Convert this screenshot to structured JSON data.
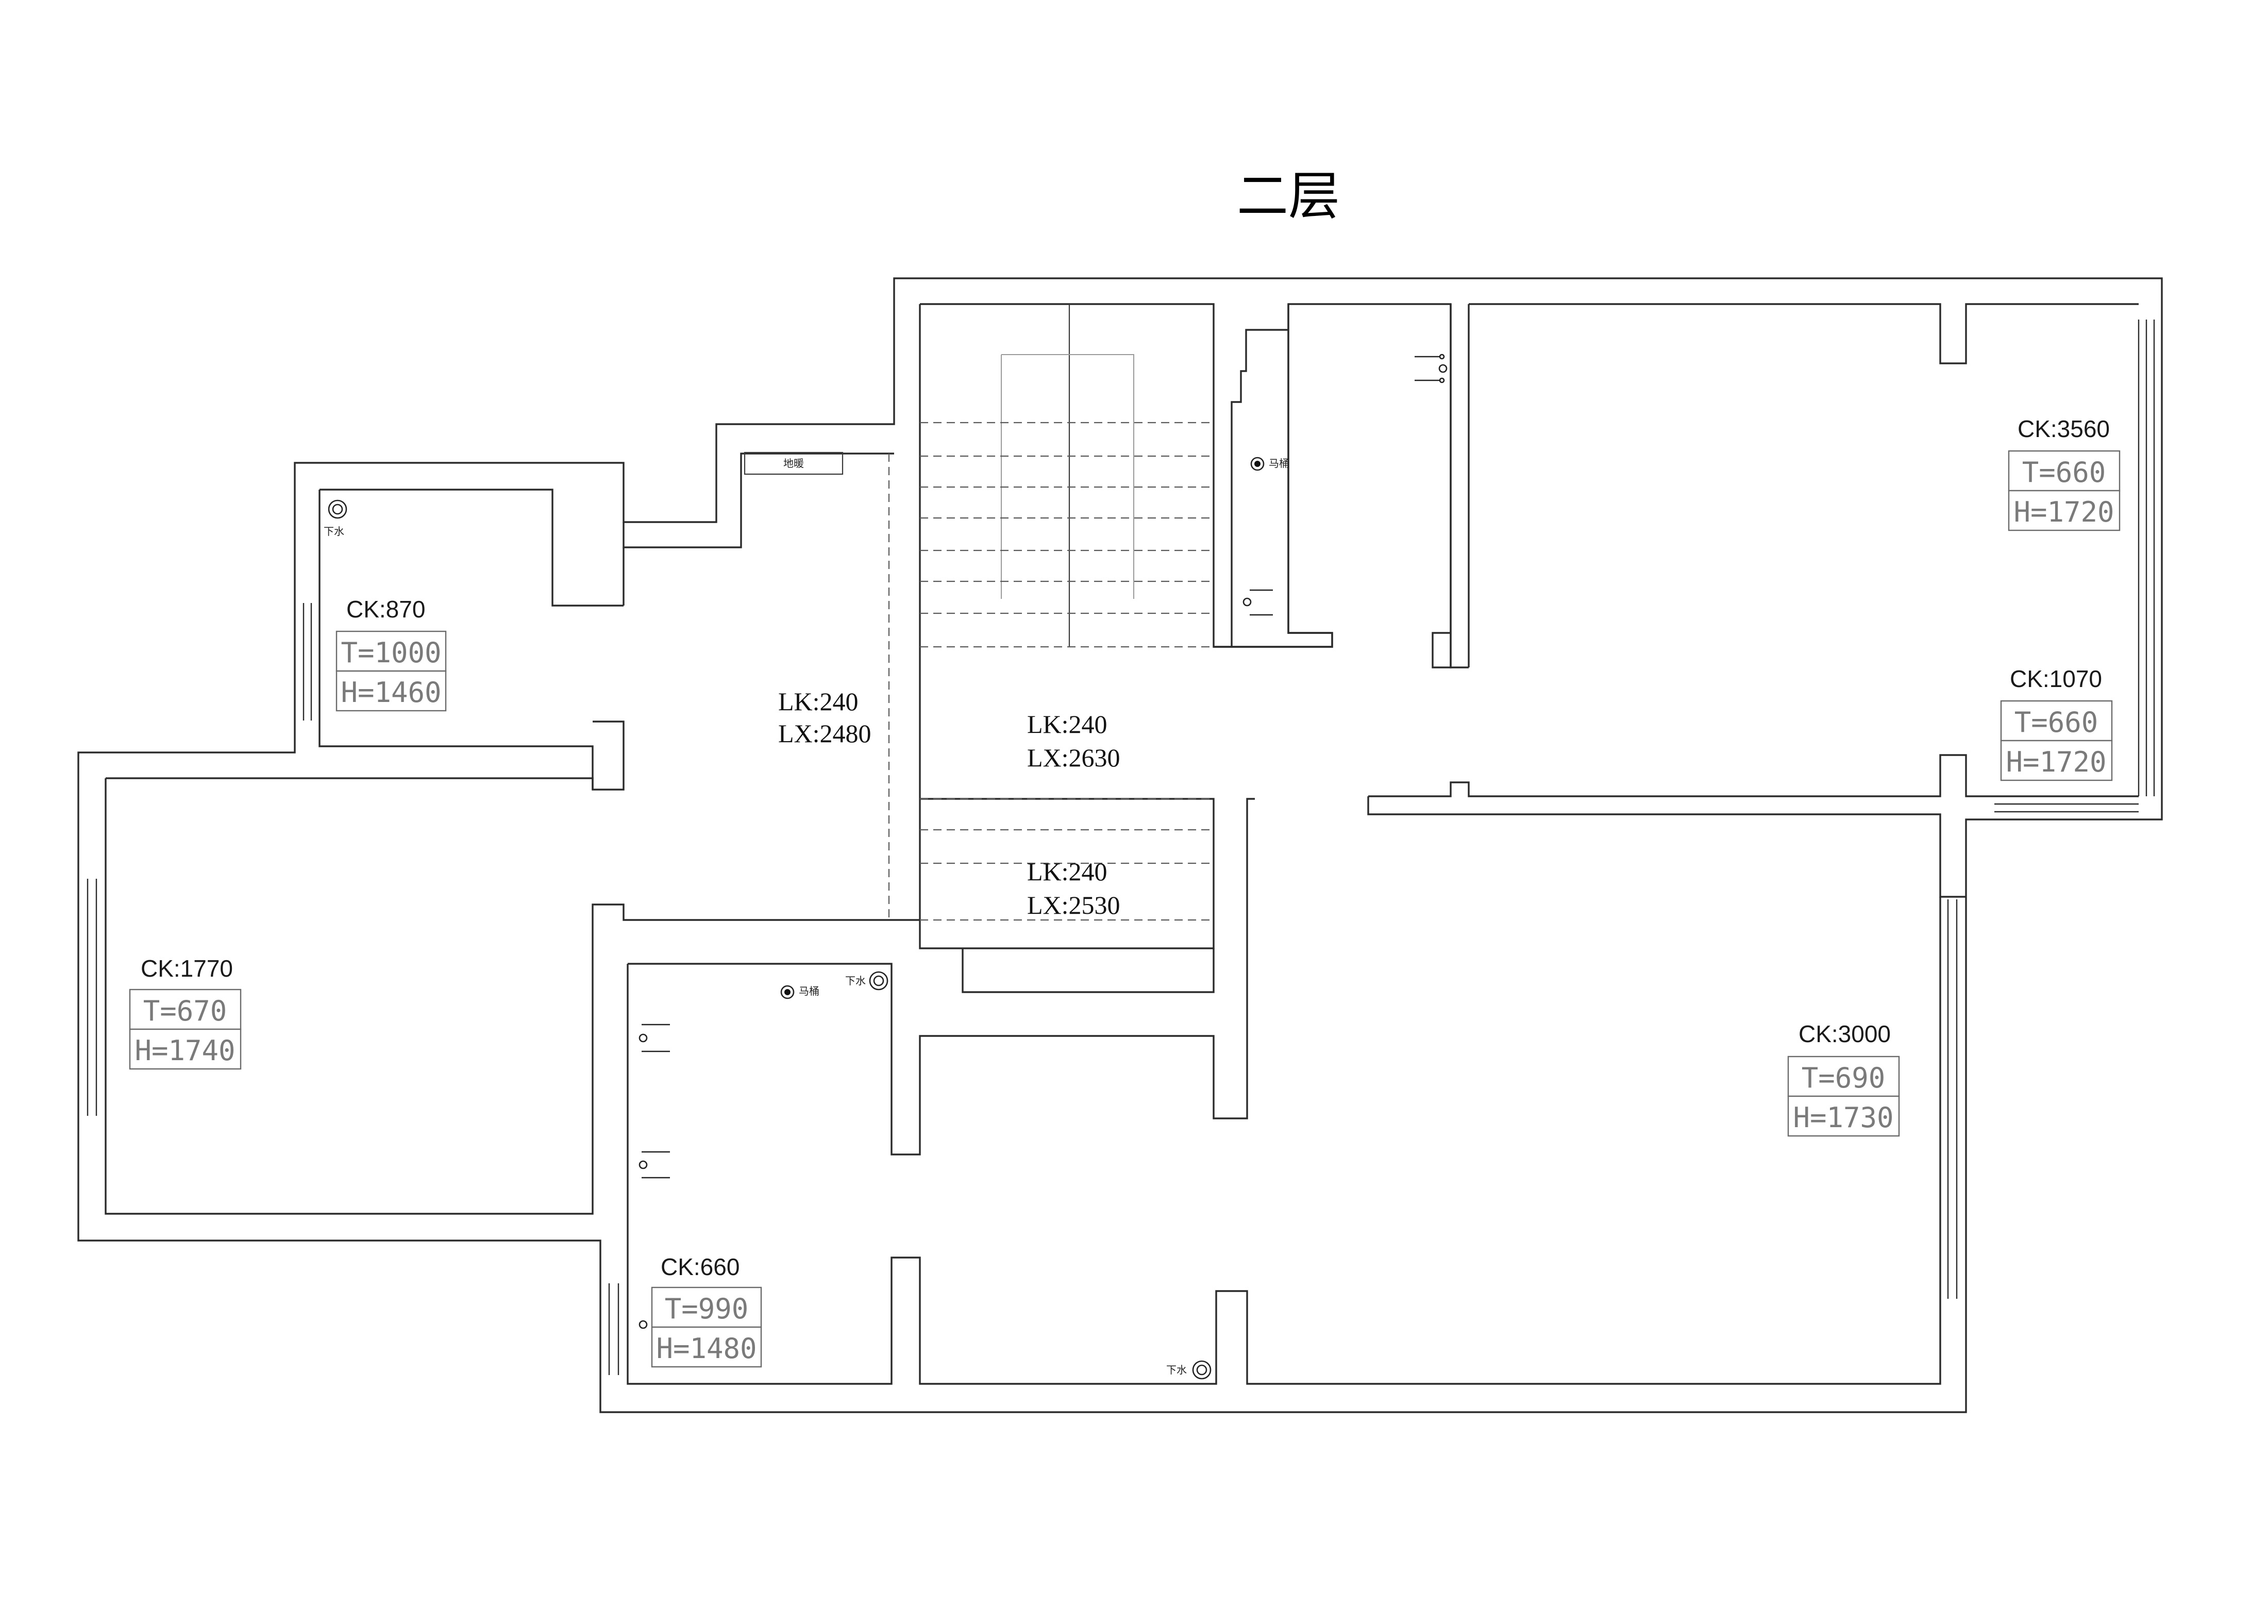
{
  "title": "二层",
  "openings": [
    {
      "id": "ck-870",
      "ck": "CK:870",
      "t": "T=1000",
      "h": "H=1460"
    },
    {
      "id": "ck-1770",
      "ck": "CK:1770",
      "t": "T=670",
      "h": "H=1740"
    },
    {
      "id": "ck-660",
      "ck": "CK:660",
      "t": "T=990",
      "h": "H=1480"
    },
    {
      "id": "ck-3560",
      "ck": "CK:3560",
      "t": "T=660",
      "h": "H=1720"
    },
    {
      "id": "ck-1070",
      "ck": "CK:1070",
      "t": "T=660",
      "h": "H=1720"
    },
    {
      "id": "ck-3000",
      "ck": "CK:3000",
      "t": "T=690",
      "h": "H=1730"
    }
  ],
  "stair_notes": [
    {
      "lk": "LK:240",
      "lx": "LX:2480"
    },
    {
      "lk": "LK:240",
      "lx": "LX:2630"
    },
    {
      "lk": "LK:240",
      "lx": "LX:2530"
    }
  ],
  "fixture_labels": {
    "drain": "下水",
    "toilet": "马桶",
    "floor_heating": "地暖"
  }
}
